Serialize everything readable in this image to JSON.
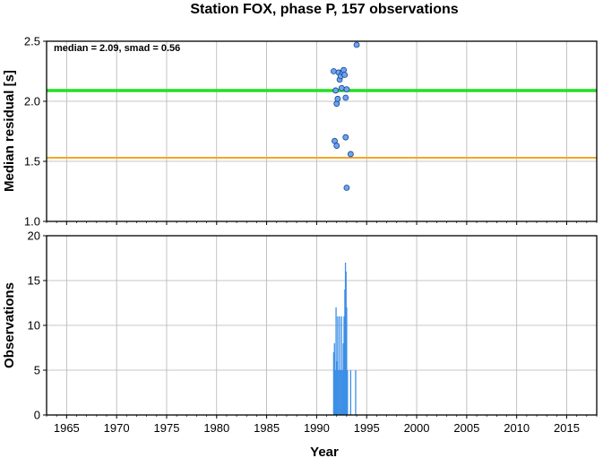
{
  "chart_data": [
    {
      "type": "scatter",
      "title": "Station FOX, phase P, 157 observations",
      "xlabel": "",
      "ylabel": "Median residual [s]",
      "xlim": [
        1963,
        2018
      ],
      "ylim": [
        1.0,
        2.5
      ],
      "x_ticks": [
        "1965",
        "1970",
        "1975",
        "1980",
        "1985",
        "1990",
        "1995",
        "2000",
        "2005",
        "2010",
        "2015"
      ],
      "y_ticks": [
        "1.0",
        "1.5",
        "2.0",
        "2.5"
      ],
      "grid": true,
      "annotation": "median = 2.09, smad = 0.56",
      "reference_lines": [
        {
          "value": 2.09,
          "color": "#22e022"
        },
        {
          "value": 1.53,
          "color": "#f5a623"
        }
      ],
      "point_color": "#6aa6f0",
      "points": [
        {
          "x": 1991.7,
          "y": 2.25
        },
        {
          "x": 1991.9,
          "y": 2.09
        },
        {
          "x": 1992.0,
          "y": 1.98
        },
        {
          "x": 1992.1,
          "y": 2.02
        },
        {
          "x": 1992.2,
          "y": 2.24
        },
        {
          "x": 1992.3,
          "y": 2.18
        },
        {
          "x": 1992.4,
          "y": 2.21
        },
        {
          "x": 1992.5,
          "y": 2.11
        },
        {
          "x": 1992.6,
          "y": 2.24
        },
        {
          "x": 1992.7,
          "y": 2.26
        },
        {
          "x": 1992.8,
          "y": 2.22
        },
        {
          "x": 1992.9,
          "y": 2.03
        },
        {
          "x": 1993.0,
          "y": 2.1
        },
        {
          "x": 1991.8,
          "y": 1.67
        },
        {
          "x": 1992.0,
          "y": 1.63
        },
        {
          "x": 1992.9,
          "y": 1.7
        },
        {
          "x": 1993.4,
          "y": 1.56
        },
        {
          "x": 1993.0,
          "y": 1.28
        },
        {
          "x": 1994.0,
          "y": 2.47
        }
      ]
    },
    {
      "type": "bar",
      "title": "",
      "xlabel": "Year",
      "ylabel": "Observations",
      "xlim": [
        1963,
        2018
      ],
      "ylim": [
        0,
        20
      ],
      "x_ticks": [
        "1965",
        "1970",
        "1975",
        "1980",
        "1985",
        "1990",
        "1995",
        "2000",
        "2005",
        "2010",
        "2015"
      ],
      "y_ticks": [
        "0",
        "5",
        "10",
        "15",
        "20"
      ],
      "grid": true,
      "bar_color": "#3d8fe6",
      "bars": [
        {
          "x": 1991.7,
          "value": 7
        },
        {
          "x": 1991.78,
          "value": 8
        },
        {
          "x": 1991.86,
          "value": 5
        },
        {
          "x": 1991.94,
          "value": 12
        },
        {
          "x": 1992.02,
          "value": 6
        },
        {
          "x": 1992.1,
          "value": 11
        },
        {
          "x": 1992.18,
          "value": 5
        },
        {
          "x": 1992.28,
          "value": 11
        },
        {
          "x": 1992.38,
          "value": 5
        },
        {
          "x": 1992.48,
          "value": 11
        },
        {
          "x": 1992.58,
          "value": 5
        },
        {
          "x": 1992.66,
          "value": 8
        },
        {
          "x": 1992.74,
          "value": 11
        },
        {
          "x": 1992.82,
          "value": 14
        },
        {
          "x": 1992.88,
          "value": 17
        },
        {
          "x": 1992.94,
          "value": 16
        },
        {
          "x": 1993.0,
          "value": 12
        },
        {
          "x": 1993.08,
          "value": 5
        },
        {
          "x": 1993.4,
          "value": 5
        },
        {
          "x": 1993.9,
          "value": 5
        }
      ]
    }
  ]
}
